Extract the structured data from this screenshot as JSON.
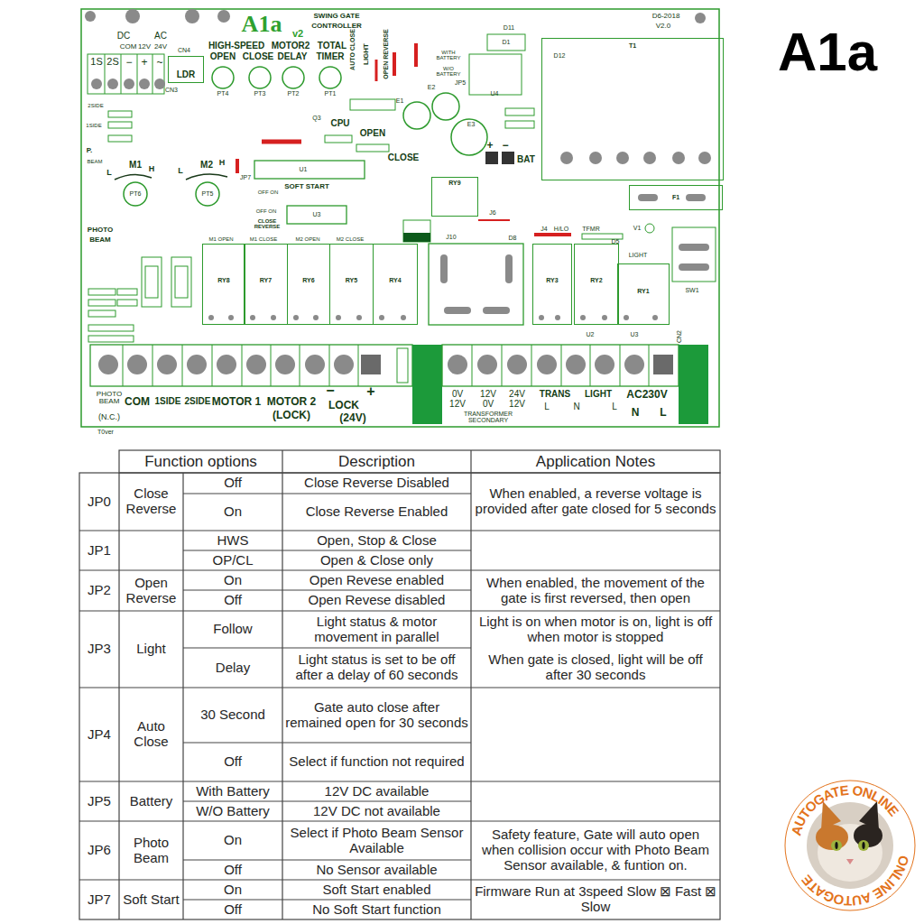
{
  "diagram": {
    "title": "A1a",
    "nodes": [
      {
        "text": [
          "LDR"
        ]
      },
      {
        "text": [
          "T1"
        ]
      },
      {
        "text": [
          "RY9"
        ]
      },
      {
        "text": [
          "F1"
        ]
      },
      {
        "text": [
          "RY8"
        ]
      },
      {
        "text": [
          "RY7"
        ]
      },
      {
        "text": [
          "RY6"
        ]
      },
      {
        "text": [
          "RY5"
        ]
      },
      {
        "text": [
          "RY4"
        ]
      },
      {
        "text": [
          "RY3"
        ]
      },
      {
        "text": [
          "RY2"
        ]
      },
      {
        "text": [
          "RY1"
        ]
      }
    ],
    "labels": [
      "DC",
      "AC",
      "COM",
      "12V",
      "24V",
      "CN4",
      "1S",
      "2S",
      "−",
      "+",
      "~",
      "CN3",
      "A1a",
      "v2",
      "SWING GATE",
      "CONTROLLER",
      "HIGH-SPEED",
      "MOTOR2",
      "TOTAL",
      "OPEN",
      "CLOSE",
      "DELAY",
      "TIMER",
      "PT4",
      "PT3",
      "PT2",
      "PT1",
      "AUTO CLOSE",
      "LIGHT",
      "OPEN REVERSE",
      "D6-2018",
      "V2.0",
      "D11",
      "D1",
      "D12",
      "WITH BATTERY",
      "W/O BATTERY",
      "JP5",
      "U4",
      "Q3",
      "CPU",
      "OPEN",
      "E1",
      "E2",
      "E3",
      "CLOSE",
      "+",
      "−",
      "BAT",
      "U1",
      "JP7",
      "SOFT START",
      "OFF ON",
      "U3",
      "OFF ON",
      "CLOSE REVERSE",
      "J6",
      "J10",
      "D8",
      "J4",
      "H/LO",
      "TFMR",
      "D5",
      "V1",
      "LIGHT",
      "SW1",
      "P.",
      "BEAM",
      "2SIDE",
      "1SIDE",
      "M1",
      "L",
      "H",
      "M2",
      "L",
      "H",
      "PT6",
      "PT5",
      "PHOTO",
      "BEAM",
      "M1 OPEN",
      "M1 CLOSE",
      "M2 OPEN",
      "M2 CLOSE",
      "U2",
      "U3",
      "CN2",
      "PHOTO BEAM",
      "(N.C.)",
      "COM",
      "1SIDE",
      "2SIDE",
      "MOTOR 1",
      "MOTOR 2",
      "(LOCK)",
      "−",
      "+",
      "LOCK",
      "(24V)",
      "0V",
      "12V",
      "12V",
      "0V",
      "24V",
      "12V",
      "TRANSFORMER SECONDARY",
      "TRANS",
      "LIGHT",
      "L",
      "N",
      "L",
      "AC230V",
      "N",
      "L",
      "T0ver",
      "Function options",
      "Description",
      "Application Notes",
      "JP0",
      "Close Reverse",
      "Off",
      "Close Reverse Disabled",
      "When enabled, a reverse voltage is provided after gate closed for 5 seconds",
      "On",
      "Close Reverse Enabled",
      "JP1",
      "HWS",
      "Open, Stop & Close",
      "OP/CL",
      "Open & Close only",
      "JP2",
      "Open Reverse",
      "On",
      "Open Revese enabled",
      "When enabled, the movement of the gate is first reversed, then open",
      "Off",
      "Open Revese disabled",
      "JP3",
      "Light",
      "Follow",
      "Light status & motor movement in parallel",
      "Light is on when motor is on, light is off when motor is stopped",
      "Delay",
      "Light status is set to be off after a delay of 60 seconds",
      "When gate is closed, light will be off after 30 seconds",
      "JP4",
      "Auto Close",
      "30 Second",
      "Gate auto close after remained open for 30 seconds",
      "Off",
      "Select if function not required",
      "JP5",
      "Battery",
      "With Battery",
      "12V DC available",
      "W/O Battery",
      "12V DC not available",
      "JP6",
      "Photo Beam",
      "On",
      "Select if Photo Beam Sensor Available",
      "Safety feature, Gate will auto open when collision occur with Photo Beam Sensor available, & funtion on.",
      "Off",
      "No Sensor available",
      "JP7",
      "Soft Start",
      "On",
      "Soft Start enabled",
      "Firmware Run at 3speed Slow ⊠ Fast ⊠ Slow",
      "Off",
      "No Soft Start function",
      "AUTOGATE ONLINE",
      "ONLINE AUTOGATE"
    ]
  }
}
